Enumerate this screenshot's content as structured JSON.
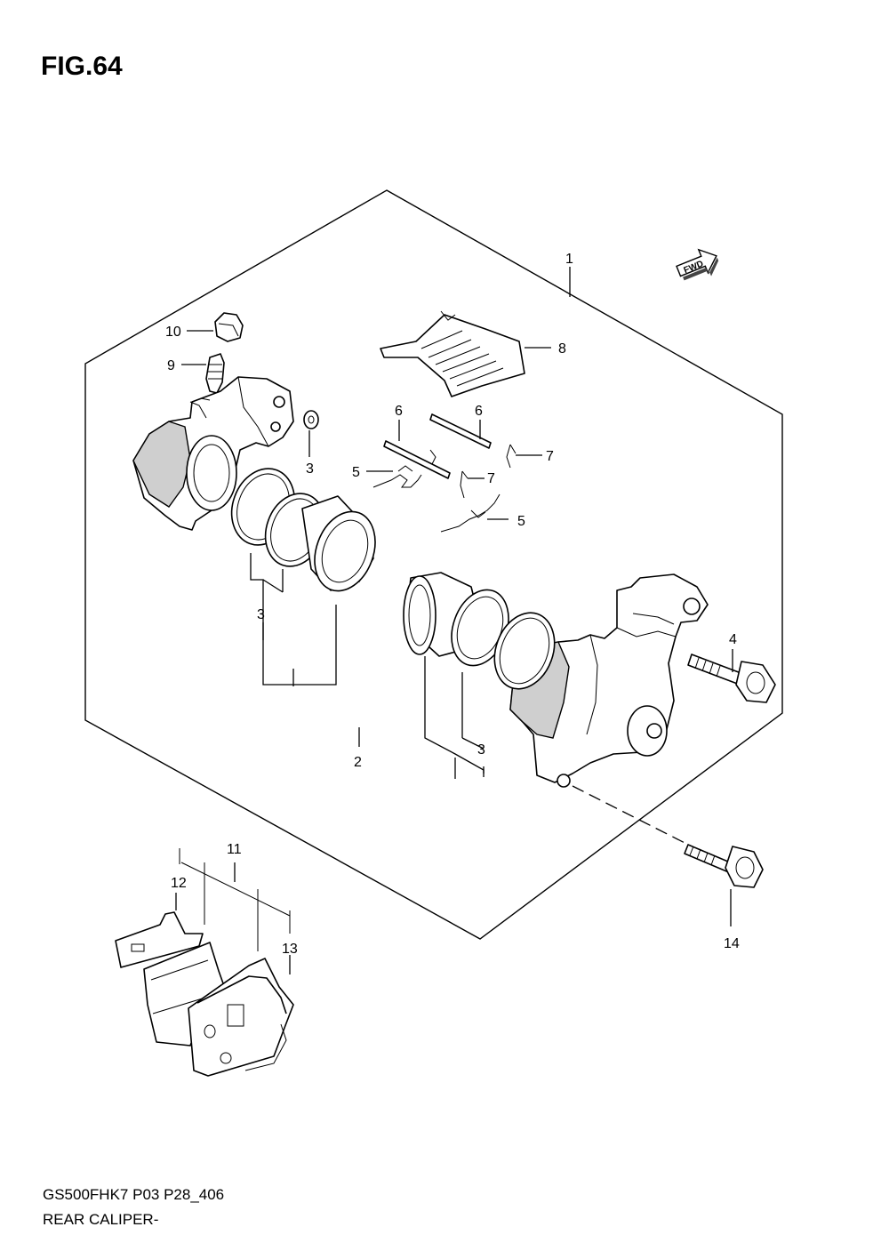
{
  "figure": {
    "title": "FIG.64"
  },
  "fwd_badge": {
    "text": "FWD"
  },
  "callouts": {
    "c1": "1",
    "c2": "2",
    "c3a": "3",
    "c3b": "3",
    "c3c": "3",
    "c4": "4",
    "c5a": "5",
    "c5b": "5",
    "c6a": "6",
    "c6b": "6",
    "c7a": "7",
    "c7b": "7",
    "c8": "8",
    "c9": "9",
    "c10": "10",
    "c11": "11",
    "c12": "12",
    "c13": "13",
    "c14": "14"
  },
  "parts": {
    "p1": "caliper-assembly",
    "p2": "caliper-body",
    "p3": "piston-seal-set",
    "p4": "mounting-bolt",
    "p5": "spring",
    "p6": "pad-pin",
    "p7": "clip",
    "p8": "pad-spring",
    "p9": "bleeder-valve",
    "p10": "bleeder-cap",
    "p11": "pad-set",
    "p12": "shim",
    "p13": "brake-pad",
    "p14": "bolt"
  },
  "footer": {
    "model_line": "GS500FHK7 P03 P28_406",
    "section_line": "REAR CALIPER-"
  }
}
